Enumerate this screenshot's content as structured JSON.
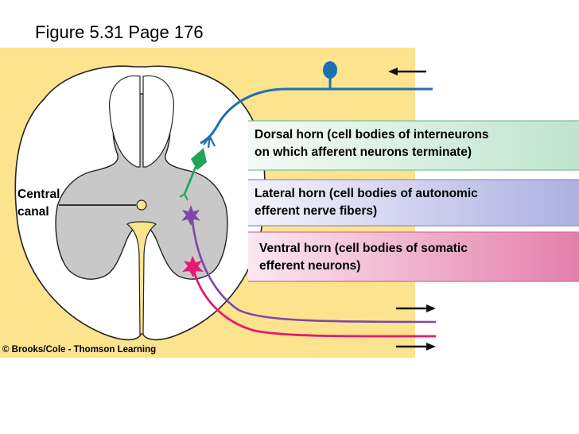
{
  "figure": {
    "title": "Figure 5.31 Page 176",
    "credit": "© Brooks/Cole - Thomson Learning"
  },
  "labels": {
    "central_canal": [
      "Central",
      "canal"
    ],
    "dorsal_horn": [
      "Dorsal horn (cell bodies of interneurons",
      "on which afferent neurons terminate)"
    ],
    "lateral_horn": [
      "Lateral horn (cell bodies of autonomic",
      "efferent nerve fibers)"
    ],
    "ventral_horn": [
      "Ventral horn (cell bodies of somatic",
      "efferent neurons)"
    ]
  },
  "colors": {
    "background": "#fce38e",
    "white_matter": "#ffffff",
    "gray_matter": "#c8c8c8",
    "afferent": "#1d6fb4",
    "interneuron": "#1fa45a",
    "autonomic": "#7e48a6",
    "somatic": "#e41a73",
    "dorsal_band": "#bfe4cf",
    "lateral_band": "#b8b6e6",
    "ventral_band": "#ea8fb6"
  }
}
